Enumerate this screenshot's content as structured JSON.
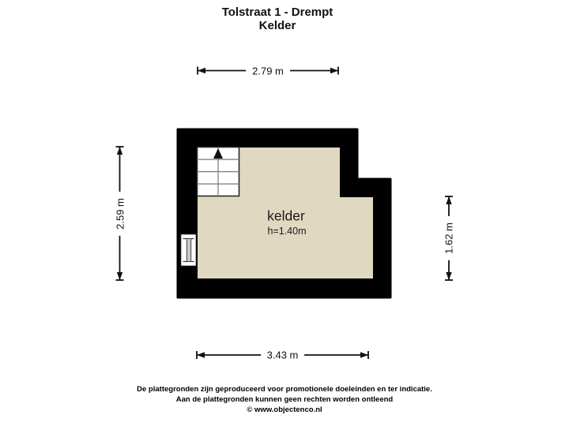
{
  "title": {
    "line1": "Tolstraat 1 - Drempt",
    "line2": "Kelder"
  },
  "room": {
    "name": "kelder",
    "height_label": "h=1.40m"
  },
  "dimensions": {
    "top": "2.79 m",
    "left": "2.59 m",
    "right": "1.62 m",
    "bottom": "3.43 m"
  },
  "footer": {
    "line1": "De plattegronden zijn geproduceerd voor promotionele doeleinden en ter indicatie.",
    "line2": "Aan de plattegronden kunnen geen rechten worden ontleend",
    "line3": "© www.objectenco.nl"
  },
  "colors": {
    "wall": "#000000",
    "floor": "#e0d8c0",
    "line": "#111111",
    "background": "#ffffff"
  }
}
